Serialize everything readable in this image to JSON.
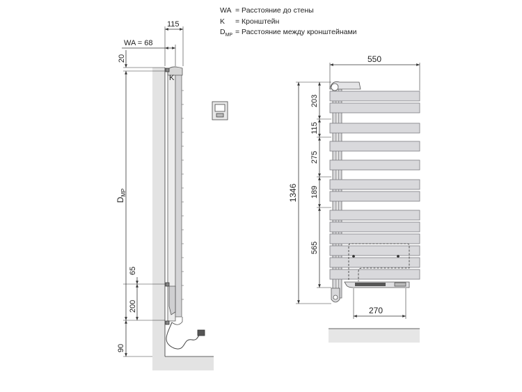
{
  "legend": [
    {
      "abbr": "WA",
      "sub": "",
      "text": "= Расстояние до стены"
    },
    {
      "abbr": "K",
      "sub": "",
      "text": "= Кронштейн"
    },
    {
      "abbr": "D",
      "sub": "MP",
      "text": "= Расстояние между кронштейнами"
    }
  ],
  "side_view": {
    "dim_top_depth": "115",
    "dim_wall_distance": "WA = 68",
    "dim_top_offset": "20",
    "bracket_label": "K",
    "dim_bracket_distance": "D",
    "dim_bracket_distance_sub": "MP",
    "dim_lower_1": "65",
    "dim_lower_2": "200",
    "dim_bottom": "90"
  },
  "front_view": {
    "dim_width": "550",
    "dim_height": "1346",
    "dim_seg_1": "203",
    "dim_seg_2": "115",
    "dim_seg_3": "275",
    "dim_seg_4": "189",
    "dim_seg_5": "565",
    "dim_bottom_width": "270"
  },
  "colors": {
    "line": "#333333",
    "panel": "#d9d9dc",
    "panel_edge": "#7a7a80",
    "floor": "#e6e6e6"
  }
}
